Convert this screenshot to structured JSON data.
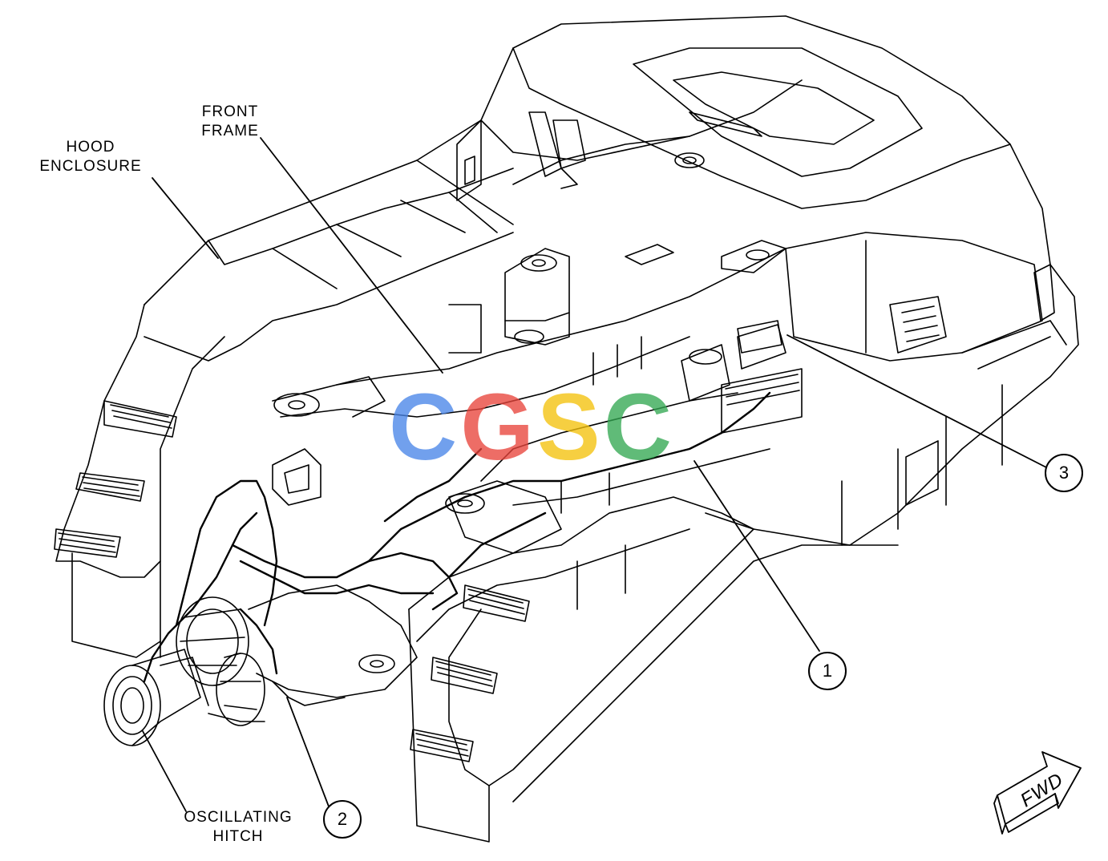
{
  "labels": {
    "hood_enclosure": "HOOD\nENCLOSURE",
    "front_frame": "FRONT\nFRAME",
    "oscillating_hitch": "OSCILLATING\nHITCH"
  },
  "callouts": {
    "one": "1",
    "two": "2",
    "three": "3"
  },
  "direction_arrow": {
    "text": "FWD",
    "icon": "forward-direction-arrow-icon"
  },
  "watermark": {
    "letters": [
      "C",
      "G",
      "S",
      "C"
    ],
    "colors": [
      "#4a86e8",
      "#e8453c",
      "#f4c20d",
      "#34a853"
    ]
  },
  "colors": {
    "line": "#000000",
    "background": "#ffffff"
  }
}
